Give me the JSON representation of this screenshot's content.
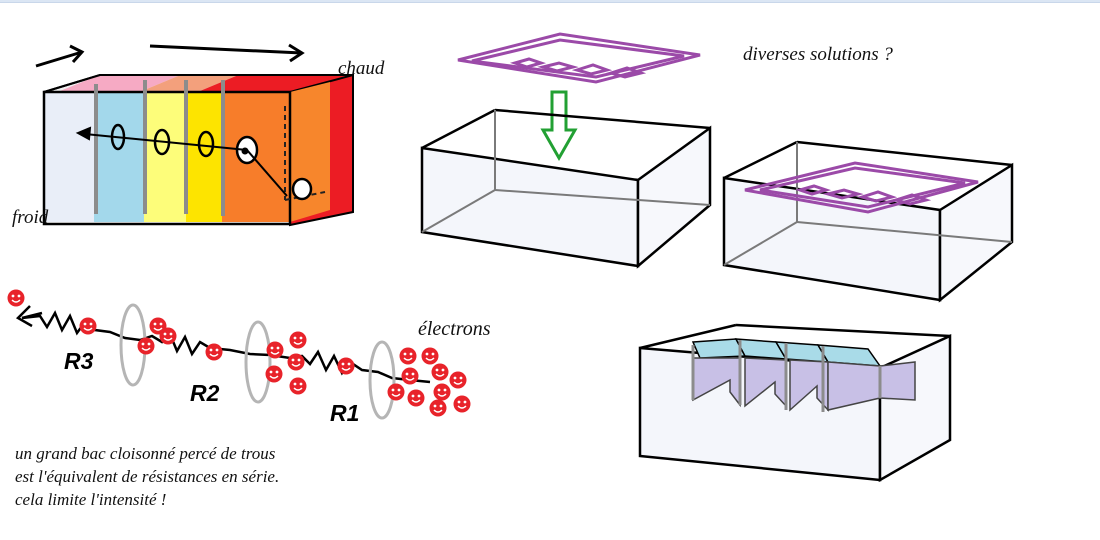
{
  "labels": {
    "chaud": "chaud",
    "froid": "froid",
    "diverses_solutions": "diverses solutions ?",
    "electrons": "électrons"
  },
  "resistors": [
    "R3",
    "R2",
    "R1"
  ],
  "caption": [
    "un grand bac cloisonné percé de trous",
    "est l'équivalent de résistances en série.",
    "cela limite l'intensité !"
  ],
  "colors": {
    "compartments": [
      "#e9eef8",
      "#a3d8eb",
      "#fdfd7a",
      "#fde400",
      "#f77d2a",
      "#f7862c",
      "#ec1c24"
    ],
    "top_faces": [
      "#f6aac4",
      "#f3a07c",
      "#ec1c24"
    ],
    "electron": "#e8232a",
    "heat_exchanger": "#9b4aa8",
    "down_arrow": "#22a033",
    "partition_fill": "#c8c0e6",
    "water_top": "#a9dbe8"
  }
}
